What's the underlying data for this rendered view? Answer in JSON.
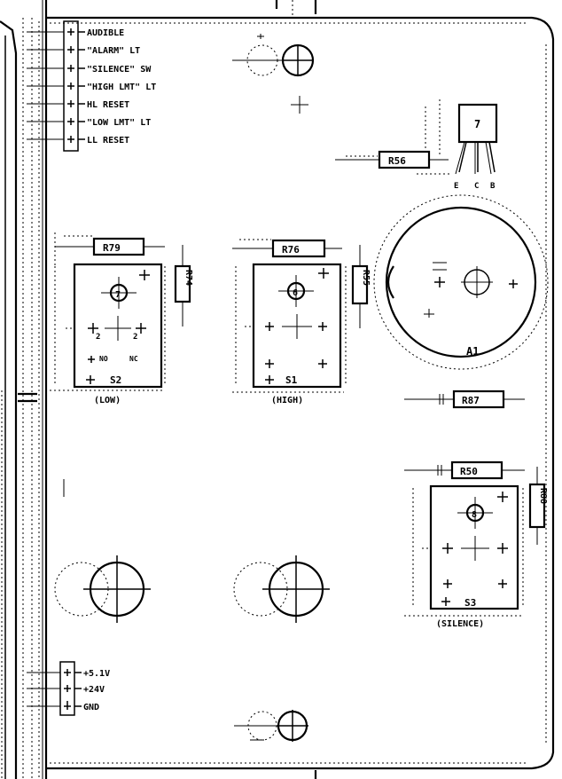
{
  "connectors": {
    "top": [
      "AUDIBLE",
      "\"ALARM\" LT",
      "\"SILENCE\" SW",
      "\"HIGH LMT\" LT",
      "HL RESET",
      "\"LOW LMT\" LT",
      "LL RESET"
    ],
    "bottom": [
      "+5.1V",
      "+24V",
      "GND"
    ]
  },
  "resistors": {
    "r56": "R56",
    "r79": "R79",
    "r76": "R76",
    "r74": "R74",
    "r55": "R55",
    "r87": "R87",
    "r50": "R50",
    "r88": "R88"
  },
  "transistor": {
    "number": "7",
    "pins": [
      "E",
      "C",
      "B"
    ]
  },
  "switches": {
    "s2": {
      "label": "S2",
      "caption": "(LOW)",
      "center": "7",
      "t1": "2",
      "t2": "2",
      "no": "NO",
      "nc": "NC"
    },
    "s1": {
      "label": "S1",
      "caption": "(HIGH)",
      "center": "6"
    },
    "s3": {
      "label": "S3",
      "caption": "(SILENCE)",
      "center": "8"
    }
  },
  "buzzer": {
    "label": "A1"
  }
}
